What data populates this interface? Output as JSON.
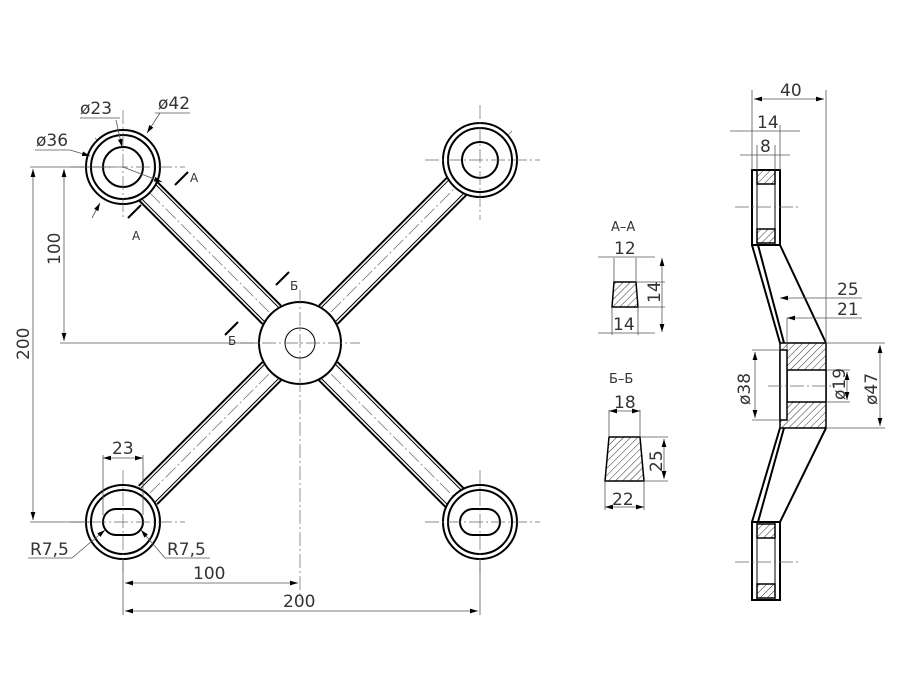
{
  "front_view": {
    "dia_hole": "ø23",
    "dia_outer": "ø42",
    "dia_ring": "ø36",
    "section_a": "A",
    "section_b": "Б",
    "dim_vert_100": "100",
    "dim_vert_200": "200",
    "slot_width": "23",
    "radius_left": "R7,5",
    "radius_right": "R7,5",
    "dim_horiz_100": "100",
    "dim_horiz_200": "200"
  },
  "section_aa": {
    "title": "A–A",
    "top": "12",
    "height": "14",
    "bottom": "14"
  },
  "section_bb": {
    "title": "Б–Б",
    "top": "18",
    "height": "25",
    "bottom": "22"
  },
  "side_view": {
    "width_40": "40",
    "width_14": "14",
    "width_8": "8",
    "dim_25": "25",
    "dim_21": "21",
    "dia_38": "ø38",
    "dia_19": "ø19",
    "dia_47": "ø47"
  }
}
